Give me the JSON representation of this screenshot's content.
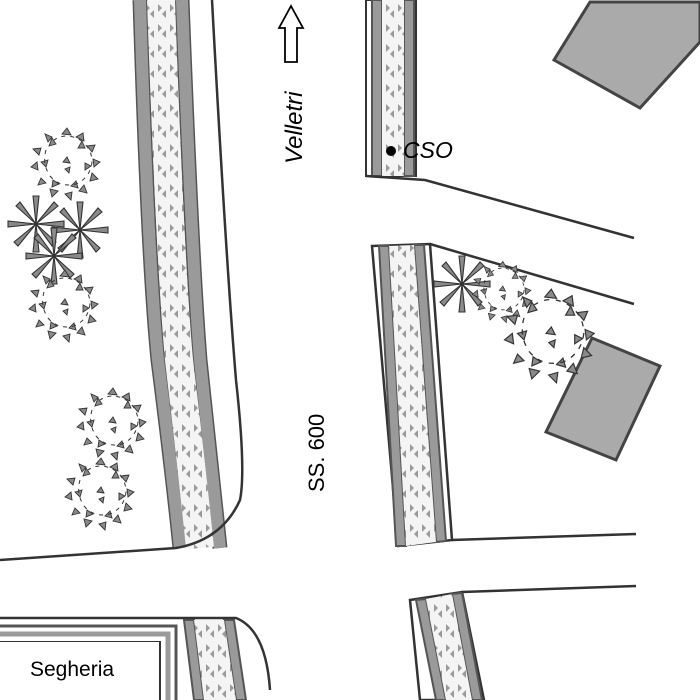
{
  "map": {
    "labels": {
      "road_name": "SS. 600",
      "direction": "Velletri",
      "poi": "CSO",
      "building": "Segheria"
    },
    "icons": {
      "direction_arrow": "arrow-up-icon",
      "poi_marker": "dot-marker-icon",
      "deciduous_tree": "shrub-icon",
      "palm_tree": "palm-tree-icon"
    },
    "colors": {
      "background": "#ffffff",
      "road_edge": "#333333",
      "sidewalk_fill": "#f4f4f4",
      "curb_band": "#999999",
      "building_fill": "#aaaaaa",
      "building_stroke": "#444444",
      "tree_fill": "#8a8a8a",
      "tree_stroke": "#333333"
    }
  }
}
